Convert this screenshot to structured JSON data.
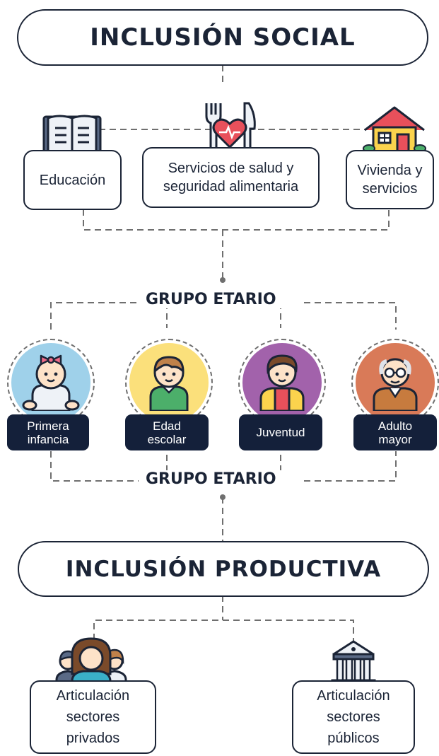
{
  "title_top": "INCLUSIÓN SOCIAL",
  "title_bottom": "INCLUSIÓN PRODUCTIVA",
  "social_areas": [
    {
      "lines": [
        "Educación"
      ],
      "icon": "book-icon"
    },
    {
      "lines": [
        "Servicios de salud y",
        "seguridad alimentaria"
      ],
      "icon": "fork-knife-heart-icon"
    },
    {
      "lines": [
        "Vivienda y",
        "servicios"
      ],
      "icon": "house-icon"
    }
  ],
  "group_label_top": "GRUPO ETARIO",
  "group_label_bottom": "GRUPO ETARIO",
  "age_groups": [
    {
      "lines": [
        "Primera",
        "infancia"
      ],
      "icon": "baby-icon",
      "color": "#9fd1ea"
    },
    {
      "lines": [
        "Edad",
        "escolar"
      ],
      "icon": "child-icon",
      "color": "#fbe07b"
    },
    {
      "lines": [
        "Juventud"
      ],
      "icon": "young-man-icon",
      "color": "#a262ab"
    },
    {
      "lines": [
        "Adulto",
        "mayor"
      ],
      "icon": "elderly-man-icon",
      "color": "#d97a58"
    }
  ],
  "productive_areas": [
    {
      "lines": [
        "Articulación",
        "sectores",
        "privados"
      ],
      "icon": "people-group-icon"
    },
    {
      "lines": [
        "Articulación",
        "sectores",
        "públicos"
      ],
      "icon": "government-building-icon"
    }
  ],
  "colors": {
    "ink": "#1b2436",
    "tag": "#14203a",
    "connector": "#6f6f6f"
  }
}
